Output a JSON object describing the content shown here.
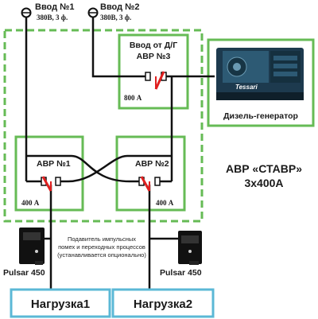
{
  "inputs": {
    "input1": {
      "title": "Ввод №1",
      "spec": "380В, 3 ф."
    },
    "input2": {
      "title": "Ввод №2",
      "spec": "380В, 3 ф."
    }
  },
  "avr3": {
    "title_line1": "Ввод от Д/Г",
    "title_line2": "АВР №3",
    "rating": "800 А"
  },
  "avr1": {
    "title": "АВР №1",
    "rating": "400 А"
  },
  "avr2": {
    "title": "АВР №2",
    "rating": "400 А"
  },
  "generator": {
    "brand": "Tessari",
    "label": "Дизель-генератор"
  },
  "product": {
    "line1": "АВР «СТАВР»",
    "line2": "3х400А"
  },
  "divider_note": {
    "line1": "Подавитель импульсных",
    "line2": "помех и переходных процессов",
    "line3": "(устанавливается опционально)"
  },
  "pulsar_left": {
    "label": "Pulsar 450"
  },
  "pulsar_right": {
    "label": "Pulsar 450"
  },
  "load1": {
    "label": "Нагрузка1"
  },
  "load2": {
    "label": "Нагрузка2"
  },
  "colors": {
    "green_frame": "#66bb55",
    "load_box": "#5bb8d6",
    "switch_red": "#e02020",
    "wire": "#111111"
  }
}
